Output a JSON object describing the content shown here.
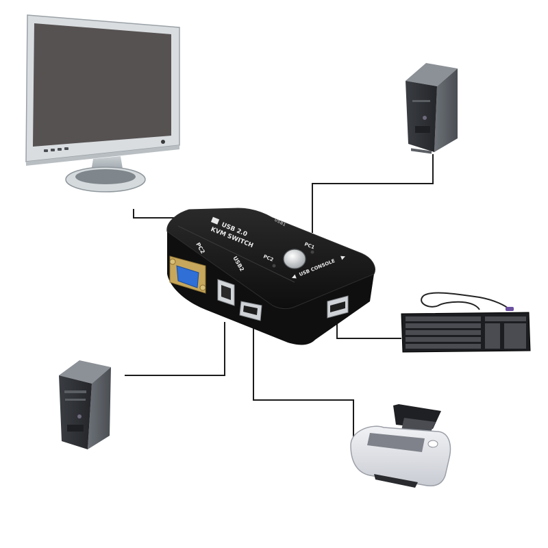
{
  "switch": {
    "title_line1": "USB 2.0",
    "title_line2": "KVM SWITCH",
    "port_pc2": "PC2",
    "port_usb2": "USB2",
    "led_pc1": "PC1",
    "led_pc2": "PC2",
    "console_label": "USB CONSOLE",
    "back_label": "USB1"
  },
  "colors": {
    "cable": "#1a1a1a",
    "switch_body": "#151515",
    "vga_port": "#2f6fd6",
    "monitor_frame": "#d9dde0",
    "monitor_screen": "#575252"
  }
}
